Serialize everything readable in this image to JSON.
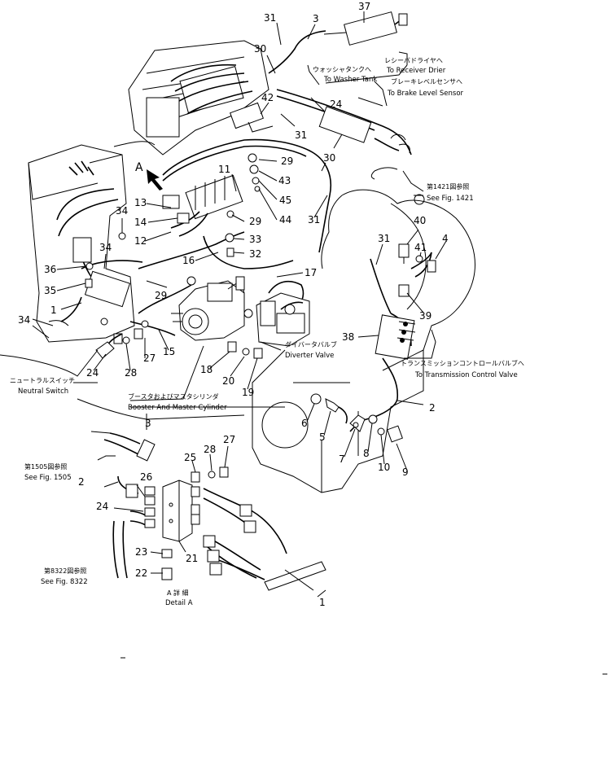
{
  "part_numbers": {
    "p37": "37",
    "p31a": "31",
    "p3a": "3",
    "p30a": "30",
    "p42": "42",
    "p24a": "24",
    "p31b": "31",
    "p30b": "30",
    "p29a": "29",
    "p43": "43",
    "p11": "11",
    "p45": "45",
    "p13": "13",
    "p44": "44",
    "p31c": "31",
    "p14": "14",
    "p34a": "34",
    "p29b": "29",
    "p12": "12",
    "p33": "33",
    "p32": "32",
    "p34b": "34",
    "p16": "16",
    "p36": "36",
    "p17": "17",
    "p35": "35",
    "p29c": "29",
    "p1a": "1",
    "p34c": "34",
    "p40": "40",
    "p41": "41",
    "p4": "4",
    "p31d": "31",
    "p39": "39",
    "p38": "38",
    "p27a": "27",
    "p15": "15",
    "p24b": "24",
    "p28a": "28",
    "p18": "18",
    "p20": "20",
    "p19": "19",
    "p2a": "2",
    "p6": "6",
    "p5": "5",
    "p7": "7",
    "p8": "8",
    "p10": "10",
    "p9": "9",
    "p3b": "3",
    "p25": "25",
    "p28b": "28",
    "p27b": "27",
    "p2b": "2",
    "p26": "26",
    "p24c": "24",
    "p23": "23",
    "p21": "21",
    "p22": "22",
    "p1b": "1",
    "arrowA": "A"
  },
  "labels": {
    "receiver_jp": "レシーバドライヤへ",
    "receiver_en": "To Receiver Drier",
    "washer_jp": "ウォッシャタンクへ",
    "washer_en": "To Washer Tank",
    "brake_jp": "ブレーキレベルセンサへ",
    "brake_en": "To Brake Level Sensor",
    "fig1421_jp": "第1421図参照",
    "fig1421_en": "See Fig. 1421",
    "diverter_jp": "ダイバータバルブ",
    "diverter_en": "Diverter Valve",
    "transmission_jp": "トランスミッションコントロールバルブへ",
    "transmission_en": "To Transmission Control Valve",
    "neutral_jp": "ニュートラルスイッチ",
    "neutral_en": "Neutral Switch",
    "booster_jp": "ブースタおよびマスタシリンダ",
    "booster_en": "Booster And Master Cylinder",
    "fig1505_jp": "第1505図参照",
    "fig1505_en": "See Fig. 1505",
    "fig8322_jp": "第8322図参照",
    "fig8322_en": "See Fig. 8322",
    "detail_jp": "A 詳 細",
    "detail_en": "Detail A"
  }
}
